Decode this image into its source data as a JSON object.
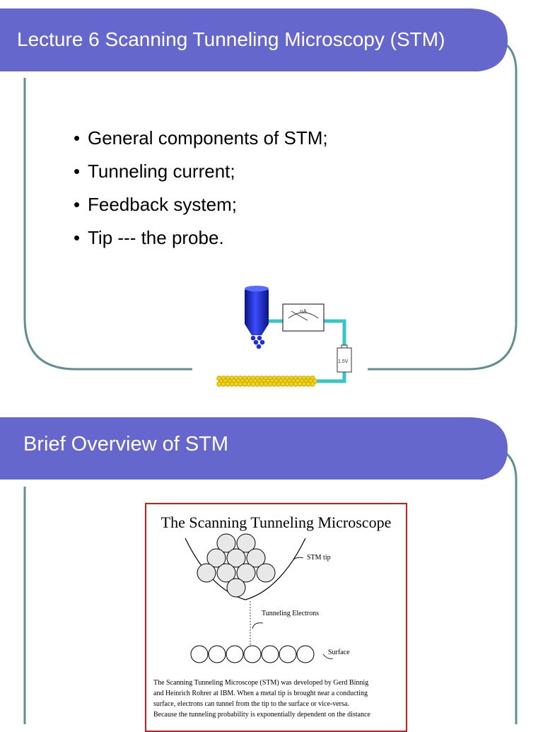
{
  "slide1": {
    "title": "Lecture 6  Scanning Tunneling Microscopy (STM)",
    "bullets": [
      "General components of STM;",
      "Tunneling current;",
      "Feedback system;",
      "Tip --- the probe."
    ],
    "diagram": {
      "meter_label": "nA",
      "battery_label": "1.5V"
    }
  },
  "slide2": {
    "title": "Brief Overview of STM",
    "figure": {
      "title": "The Scanning Tunneling Microscope",
      "label_tip": "STM tip",
      "label_electrons": "Tunneling Electrons",
      "label_surface": "Surface",
      "caption_lines": [
        "The Scanning Tunneling Microscope (STM) was developed by Gerd Binnig",
        "and Heinrich Rohrer at IBM.  When a metal tip is brought near a conducting",
        "surface, electrons can tunnel from the tip to the surface or vice-versa.",
        "Because the tunneling probability is exponentially dependent on the distance"
      ]
    }
  },
  "colors": {
    "title_bar": "#6667cc",
    "frame_line": "#5f8f8f",
    "wire": "#37c6c6",
    "tip_blue": "#1f2fd8",
    "surface_yellow": "#f2d21a",
    "figure_border": "#d11a1a"
  }
}
